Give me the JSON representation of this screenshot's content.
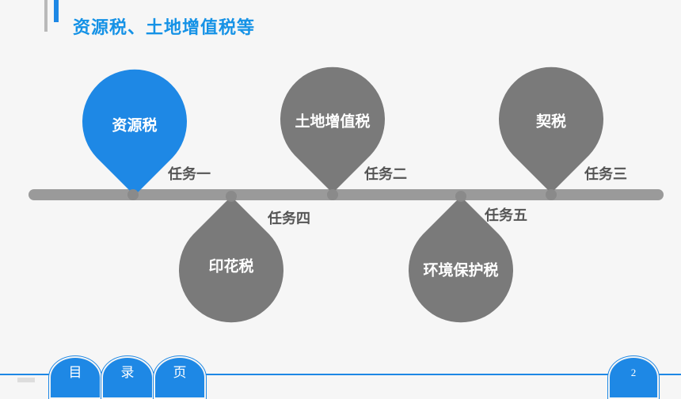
{
  "header": {
    "title": "资源税、土地增值税等"
  },
  "pins": [
    {
      "label": "资源税",
      "color": "#1e88e5"
    },
    {
      "label": "土地增值税",
      "color": "#7a7a7a"
    },
    {
      "label": "契税",
      "color": "#7a7a7a"
    },
    {
      "label": "印花税",
      "color": "#7a7a7a"
    },
    {
      "label": "环境保护税",
      "color": "#7a7a7a"
    }
  ],
  "tasks": [
    "任务一",
    "任务二",
    "任务三",
    "任务四",
    "任务五"
  ],
  "footer": {
    "nav": [
      "目",
      "录",
      "页"
    ],
    "page_number": "2"
  }
}
